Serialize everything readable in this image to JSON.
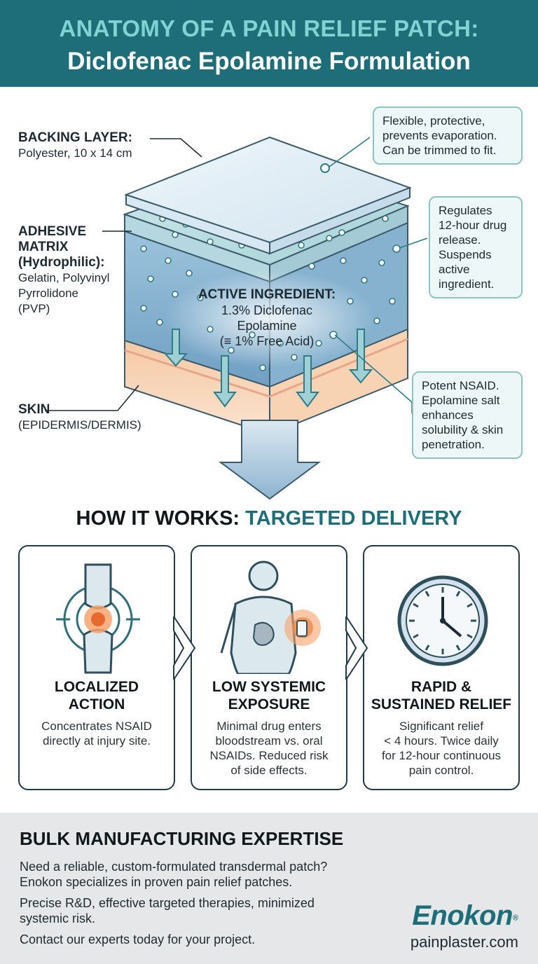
{
  "header": {
    "title_line1": "ANATOMY OF A PAIN RELIEF PATCH:",
    "title_line2": "Diclofenac Epolamine Formulation"
  },
  "diagram": {
    "backing": {
      "title": "BACKING LAYER:",
      "desc": "Polyester, 10 x 14 cm"
    },
    "adhesive": {
      "title_lines": [
        "ADHESIVE",
        "MATRIX",
        "(Hydrophilic):"
      ],
      "desc_lines": [
        "Gelatin, Polyvinyl",
        "Pyrrolidone",
        "(PVP)"
      ]
    },
    "skin": {
      "title": "SKIN",
      "desc": "(EPIDERMIS/DERMIS)"
    },
    "active": {
      "title": "ACTIVE INGREDIENT:",
      "lines": [
        "1.3% Diclofenac",
        "Epolamine",
        "(≡ 1% Free Acid)"
      ]
    },
    "callouts": [
      {
        "lines": [
          "Flexible, protective,",
          "prevents evaporation.",
          "Can be trimmed to fit."
        ]
      },
      {
        "lines": [
          "Regulates",
          "12-hour drug",
          "release.",
          "Suspends",
          "active",
          "ingredient."
        ]
      },
      {
        "lines": [
          "Potent NSAID.",
          "Epolamine salt",
          "enhances",
          "solubility & skin",
          "penetration."
        ]
      }
    ],
    "colors": {
      "backing": "#cfe3ee",
      "matrix": "#8fbcd6",
      "skin": "#f2c8a4",
      "teal": "#1d6e78"
    }
  },
  "how": {
    "title_prefix": "HOW IT WORKS: ",
    "title_accent": "TARGETED DELIVERY",
    "cards": [
      {
        "icon": "knee-joint-icon",
        "title_lines": [
          "LOCALIZED",
          "ACTION"
        ],
        "desc_lines": [
          "Concentrates NSAID",
          "directly at injury site."
        ]
      },
      {
        "icon": "body-patch-icon",
        "title_lines": [
          "LOW SYSTEMIC",
          "EXPOSURE"
        ],
        "desc_lines": [
          "Minimal drug enters",
          "bloodstream vs. oral",
          "NSAIDs. Reduced risk",
          "of side effects."
        ]
      },
      {
        "icon": "clock-icon",
        "title_lines": [
          "RAPID &",
          "SUSTAINED RELIEF"
        ],
        "desc_lines": [
          "Significant relief",
          "< 4 hours. Twice daily",
          "for 12-hour continuous",
          "pain control."
        ]
      }
    ]
  },
  "footer": {
    "title": "BULK MANUFACTURING EXPERTISE",
    "paragraphs": [
      [
        "Need a reliable, custom-formulated transdermal patch?",
        "Enokon specializes in proven pain relief patches."
      ],
      [
        "Precise R&D, effective targeted therapies, minimized",
        "systemic risk."
      ],
      [
        "Contact our experts today for your project."
      ]
    ],
    "brand": "Enokon",
    "reg": "®",
    "site": "painplaster.com"
  }
}
